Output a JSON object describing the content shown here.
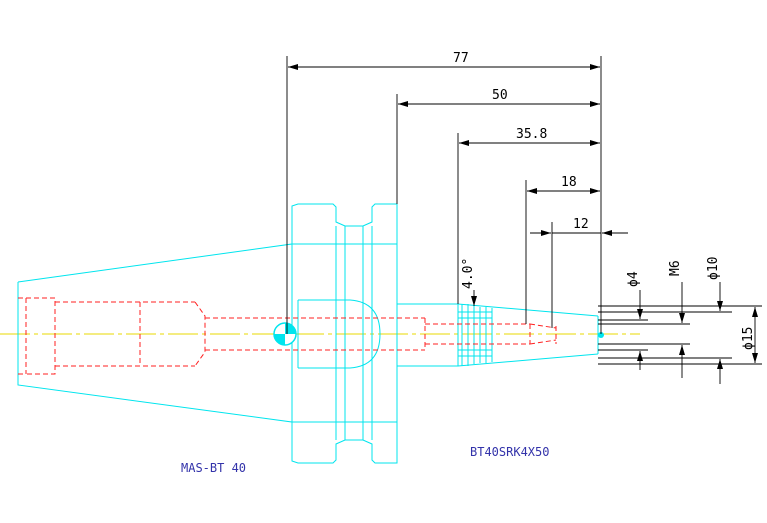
{
  "drawing": {
    "labels": {
      "holder_left": "MAS-BT 40",
      "holder_right": "BT40SRK4X50"
    },
    "dimensions": {
      "d77": "77",
      "d50": "50",
      "d35_8": "35.8",
      "d18": "18",
      "d12": "12",
      "angle": "4.0°",
      "dia4": "ϕ4",
      "m6": "M6",
      "dia10": "ϕ10",
      "dia15": "ϕ15"
    },
    "colors": {
      "outline": "#00e5ee",
      "hidden_lines": "#ff2020",
      "centerline": "#e8d800",
      "dimensions": "#000000",
      "label_text": "#3333aa"
    }
  }
}
